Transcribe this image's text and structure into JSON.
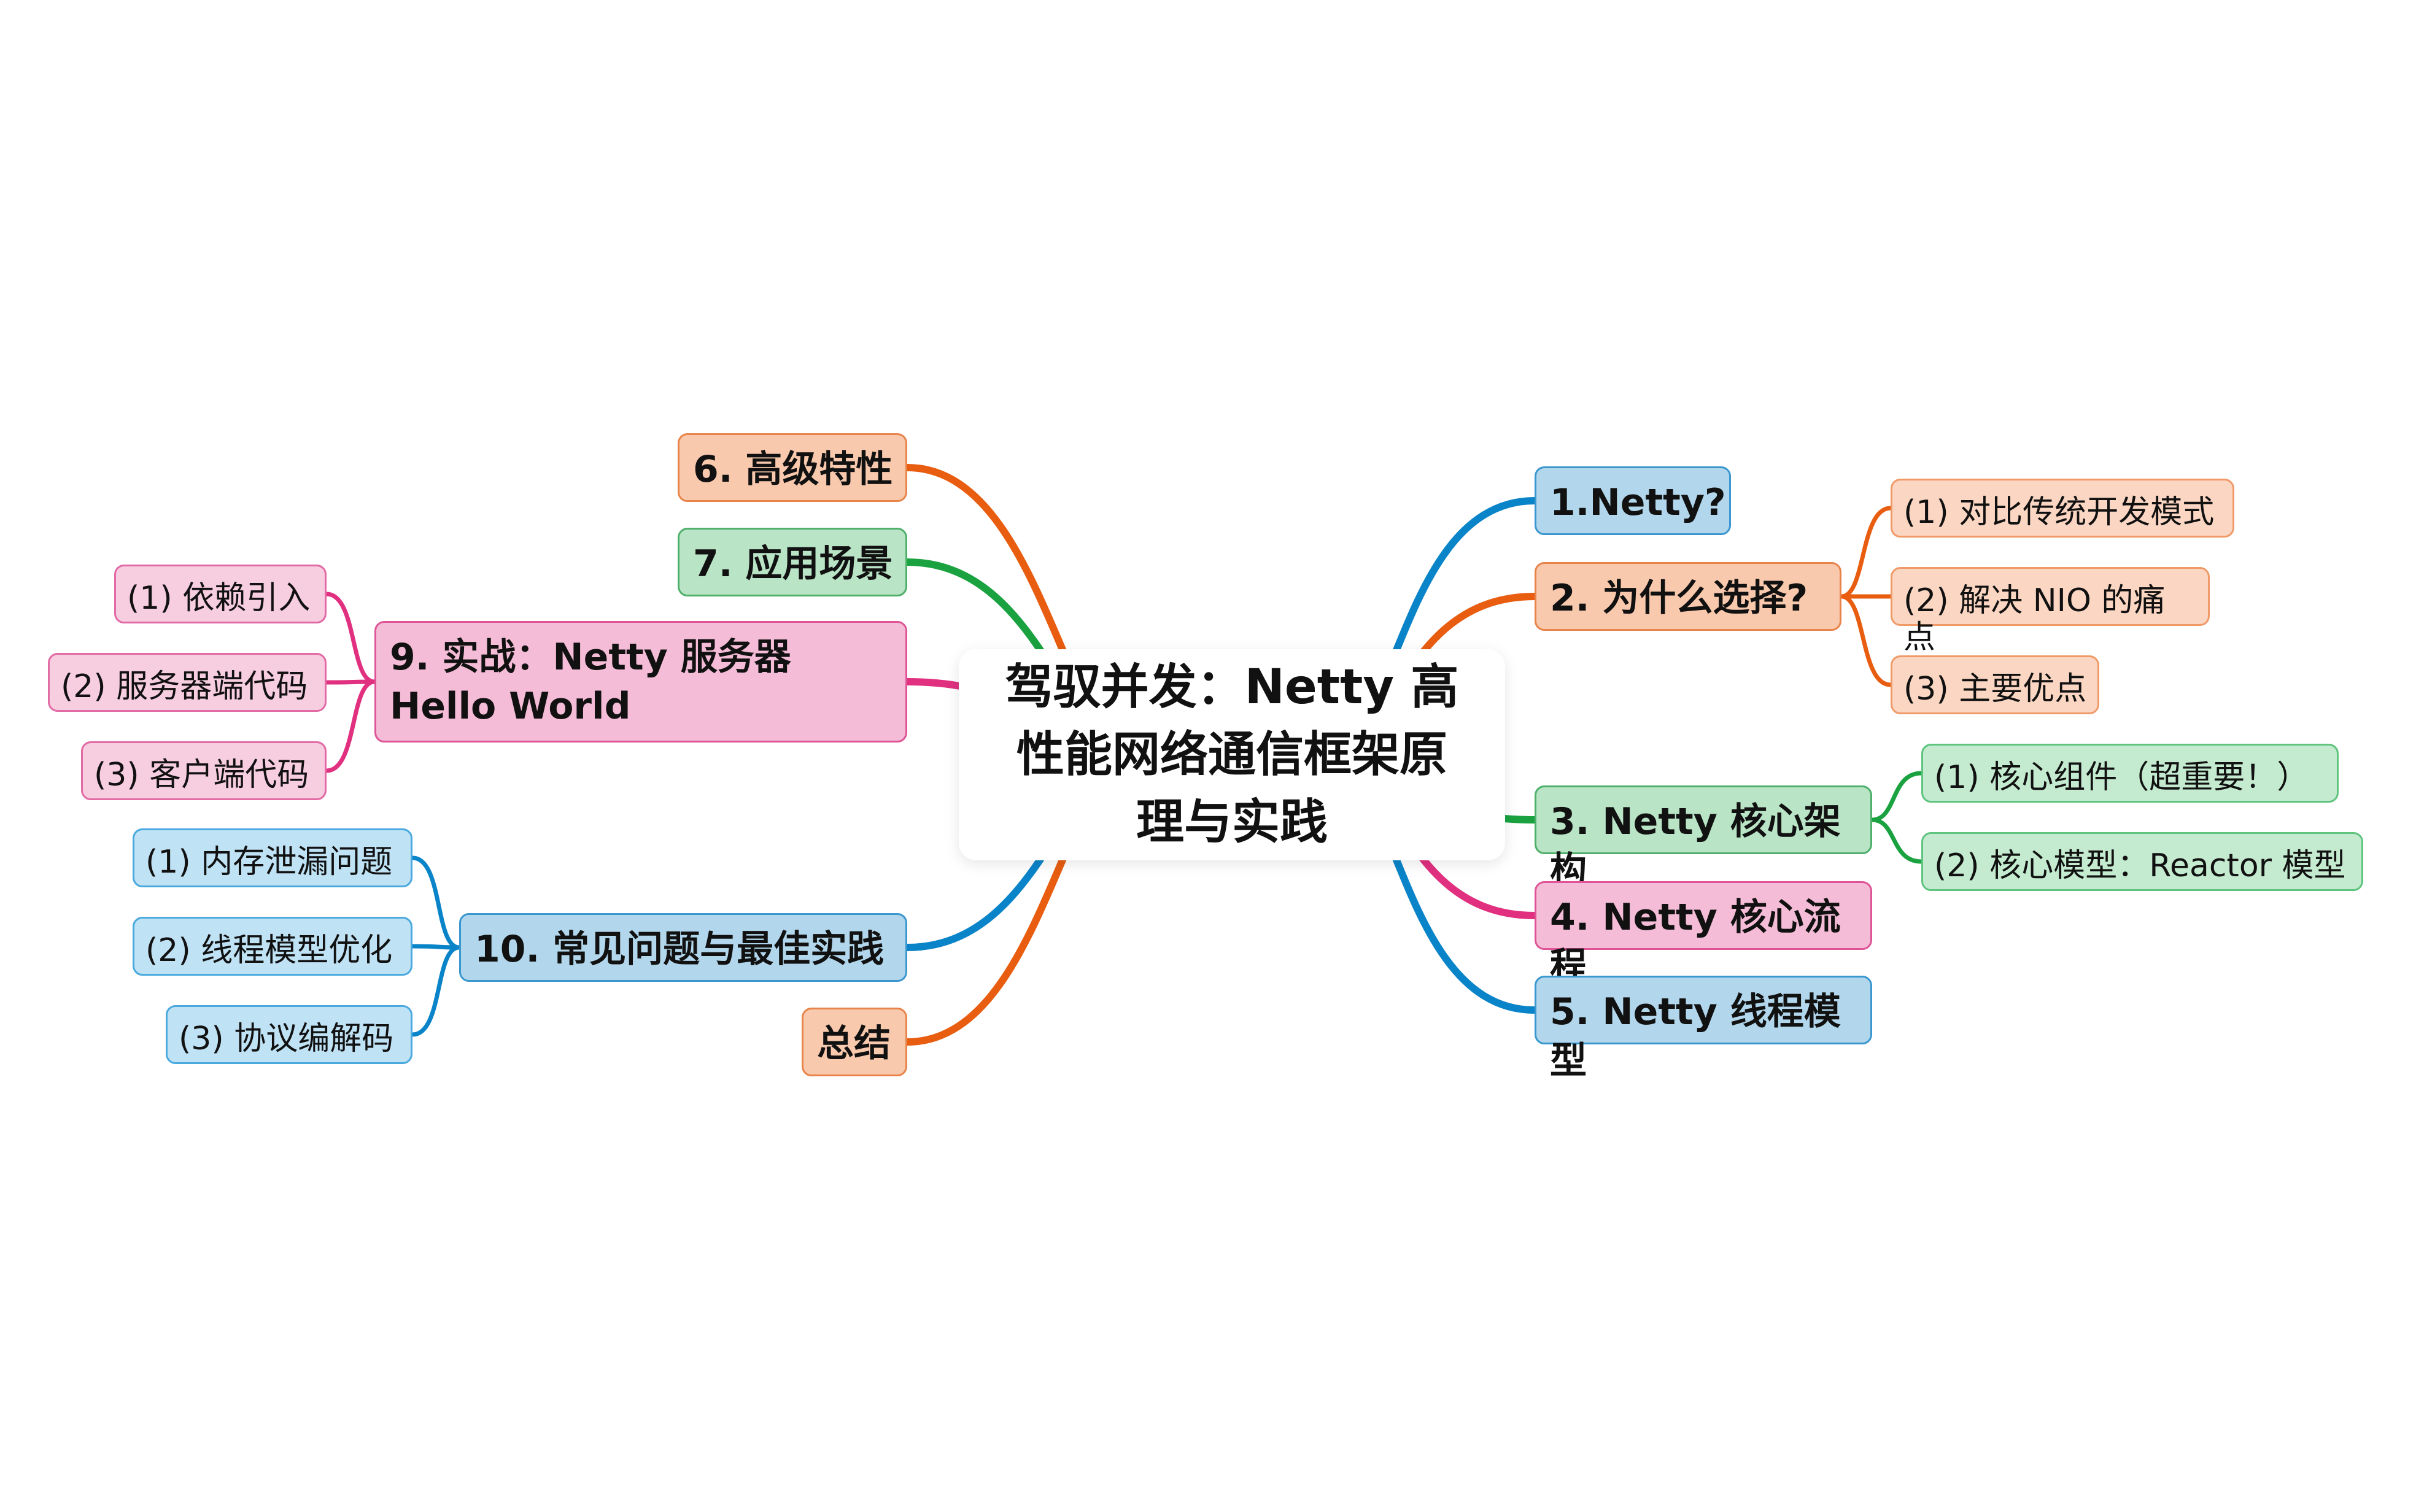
{
  "mindmap": {
    "central": "驾驭并发：Netty 高性能网络通信框架原理与实践",
    "colors": {
      "orange": "#e85d10",
      "green": "#19a23f",
      "pink": "#e0307f",
      "blue": "#0a84c8"
    },
    "right": [
      {
        "label": "1.Netty?",
        "color": "blue",
        "children": []
      },
      {
        "label": "2. 为什么选择?",
        "color": "orange",
        "children": [
          "(1) 对比传统开发模式",
          "(2) 解决 NIO 的痛点",
          "(3) 主要优点"
        ]
      },
      {
        "label": "3. Netty 核心架构",
        "color": "green",
        "children": [
          "(1) 核心组件（超重要！）",
          "(2) 核心模型：Reactor 模型"
        ]
      },
      {
        "label": "4. Netty 核心流程",
        "color": "pink",
        "children": []
      },
      {
        "label": "5. Netty 线程模型",
        "color": "blue",
        "children": []
      }
    ],
    "left": [
      {
        "label": "6. 高级特性",
        "color": "orange",
        "children": []
      },
      {
        "label": "7. 应用场景",
        "color": "green",
        "children": []
      },
      {
        "label": "9. 实战：Netty 服务器 Hello World",
        "color": "pink",
        "children": [
          "(1) 依赖引入",
          "(2) 服务器端代码",
          "(3) 客户端代码"
        ]
      },
      {
        "label": "10. 常见问题与最佳实践",
        "color": "blue",
        "children": [
          "(1) 内存泄漏问题",
          "(2) 线程模型优化",
          "(3) 协议编解码"
        ]
      },
      {
        "label": "总结",
        "color": "orange",
        "children": []
      }
    ]
  }
}
